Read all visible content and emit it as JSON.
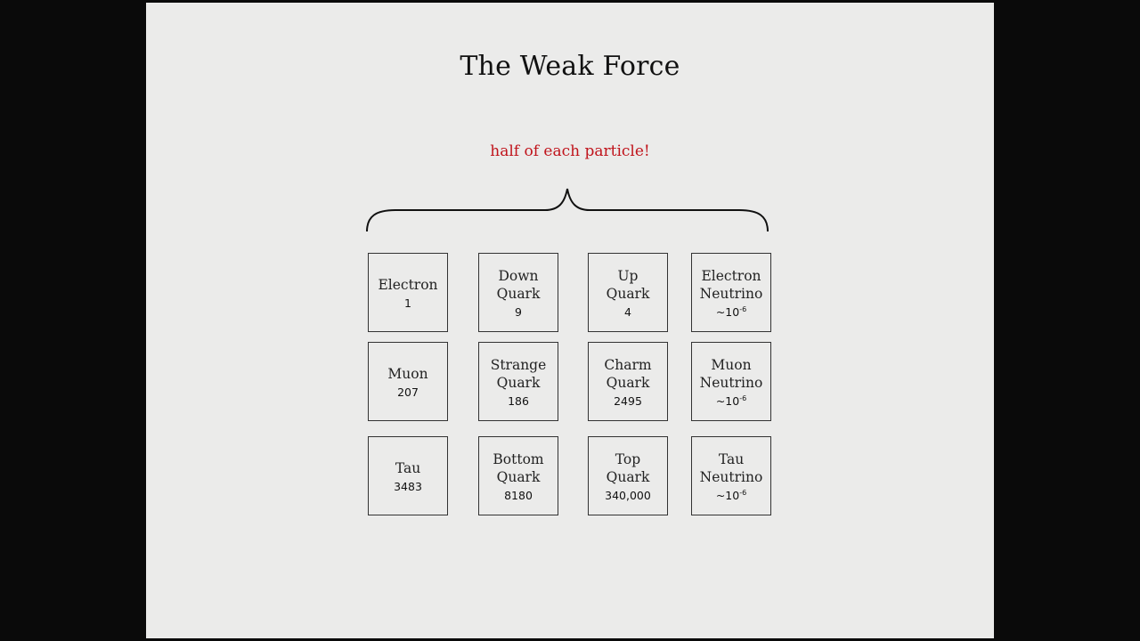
{
  "slide": {
    "title": "The Weak Force",
    "annotation": "half of each particle!",
    "annotation_color": "#c0141c"
  },
  "particles": [
    {
      "name_lines": [
        "Electron"
      ],
      "mass": "1"
    },
    {
      "name_lines": [
        "Down",
        "Quark"
      ],
      "mass": "9"
    },
    {
      "name_lines": [
        "Up",
        "Quark"
      ],
      "mass": "4"
    },
    {
      "name_lines": [
        "Electron",
        "Neutrino"
      ],
      "mass": "~10",
      "mass_exponent": "-6"
    },
    {
      "name_lines": [
        "Muon"
      ],
      "mass": "207"
    },
    {
      "name_lines": [
        "Strange",
        "Quark"
      ],
      "mass": "186"
    },
    {
      "name_lines": [
        "Charm",
        "Quark"
      ],
      "mass": "2495"
    },
    {
      "name_lines": [
        "Muon",
        "Neutrino"
      ],
      "mass": "~10",
      "mass_exponent": "-6"
    },
    {
      "name_lines": [
        "Tau"
      ],
      "mass": "3483"
    },
    {
      "name_lines": [
        "Bottom",
        "Quark"
      ],
      "mass": "8180"
    },
    {
      "name_lines": [
        "Top",
        "Quark"
      ],
      "mass": "340,000"
    },
    {
      "name_lines": [
        "Tau",
        "Neutrino"
      ],
      "mass": "~10",
      "mass_exponent": "-6"
    }
  ]
}
